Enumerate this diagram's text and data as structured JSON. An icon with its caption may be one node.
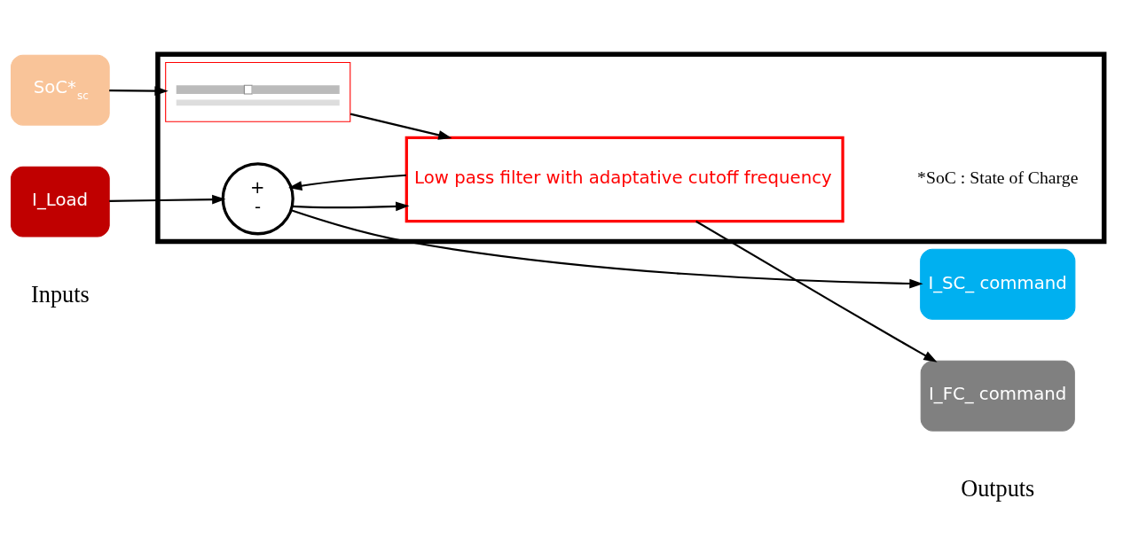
{
  "diagram": {
    "nodes": [
      {
        "text": [],
        "shape": "box"
      },
      {
        "text": [
          "SoC*$_{sc}$"
        ]
      },
      {
        "text": [
          "I_Load"
        ]
      },
      {
        "text": [
          "+",
          "-"
        ],
        "in": 0
      },
      {
        "text": [],
        "shape": "picture",
        "in": 0
      },
      {
        "text": [
          "Low pass filter with adaptative cutoff frequency"
        ],
        "in": 0
      },
      {
        "text": [
          "I_SC_ command"
        ]
      },
      {
        "text": [
          "I_FC_ command"
        ]
      }
    ],
    "edges": [
      {
        "from": 1,
        "to": 4,
        "arrow": "to"
      },
      {
        "from": 4,
        "to": 5,
        "arrow": "to"
      },
      {
        "from": 2,
        "to": 3,
        "arrow": "to"
      },
      {
        "from": 3,
        "to": 5,
        "arrow": "to"
      },
      {
        "from": 3,
        "to": 6,
        "arrow": "to"
      },
      {
        "from": 5,
        "to": 7,
        "arrow": "to"
      },
      {
        "from": 5,
        "to": 3,
        "arrow": "to"
      }
    ],
    "labels": [
      "*SoC : State of Charge",
      "Inputs",
      "Outputs"
    ]
  }
}
